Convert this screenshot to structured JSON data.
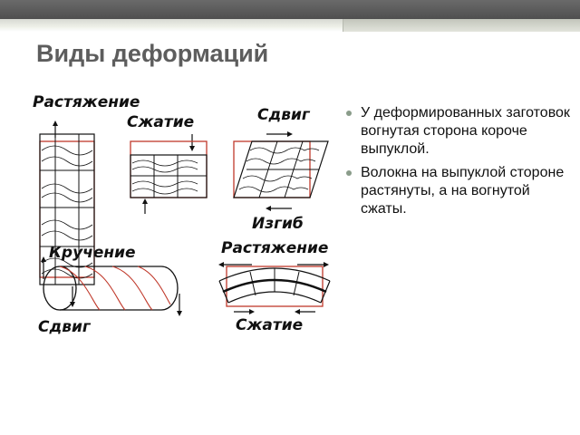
{
  "slide": {
    "title": "Виды деформаций"
  },
  "diagram": {
    "labels": {
      "tension": "Растяжение",
      "compression": "Сжатие",
      "shear_top": "Сдвиг",
      "bending": "Изгиб",
      "bending_tension": "Растяжение",
      "torsion": "Кручение",
      "shear_bottom": "Сдвиг",
      "bending_compression": "Сжатие"
    }
  },
  "bullets": [
    {
      "text": "У деформированных заготовок  вогнутая сторона короче выпуклой."
    },
    {
      "text": "Волокна на выпуклой стороне растянуты, а на вогнутой сжаты."
    }
  ],
  "colors": {
    "outline_red": "#c0392b",
    "title_gray": "#5d5d5d",
    "bullet_marker": "#8a9c8a"
  }
}
